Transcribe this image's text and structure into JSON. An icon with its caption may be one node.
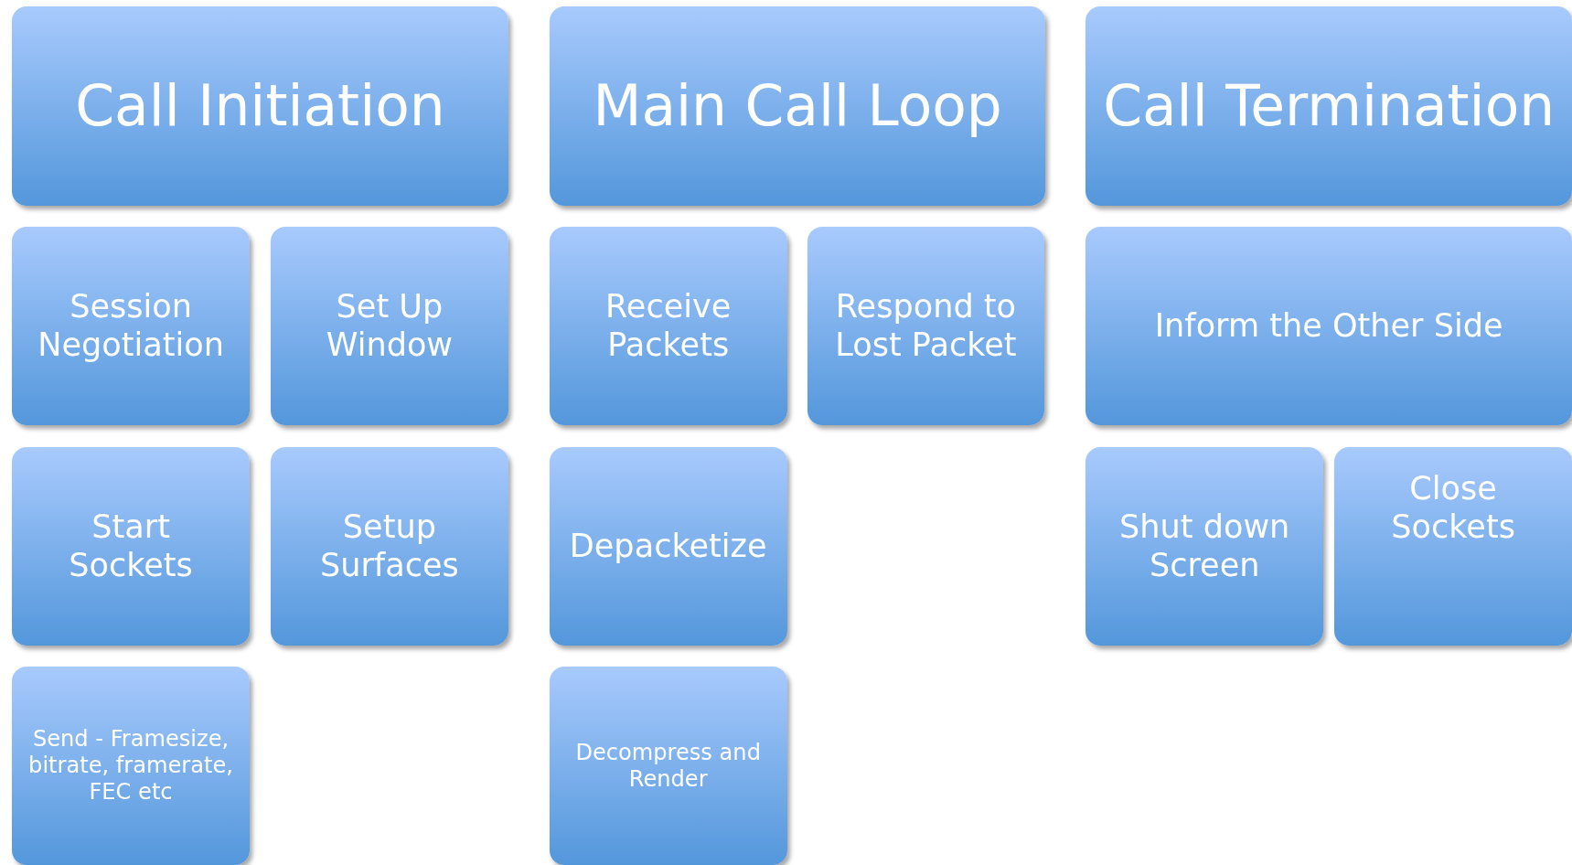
{
  "diagram": {
    "nodes": [
      {
        "text": [
          "Call Initiation"
        ]
      },
      {
        "text": [
          "Main Call Loop"
        ]
      },
      {
        "text": [
          "Call Termination"
        ]
      },
      {
        "text": [
          "Session Negotiation"
        ]
      },
      {
        "text": [
          "Set Up Window"
        ]
      },
      {
        "text": [
          "Receive Packets"
        ]
      },
      {
        "text": [
          "Respond to Lost Packet"
        ]
      },
      {
        "text": [
          "Inform the Other Side"
        ]
      },
      {
        "text": [
          "Start Sockets"
        ]
      },
      {
        "text": [
          "Setup Surfaces"
        ]
      },
      {
        "text": [
          "Depacketize"
        ]
      },
      {
        "text": [
          "Shut down Screen"
        ]
      },
      {
        "text": [
          "Close Sockets"
        ]
      },
      {
        "text": [
          "Send - Framesize, bitrate, framerate, FEC etc"
        ]
      },
      {
        "text": [
          "Decompress and Render"
        ]
      }
    ],
    "edges": []
  }
}
